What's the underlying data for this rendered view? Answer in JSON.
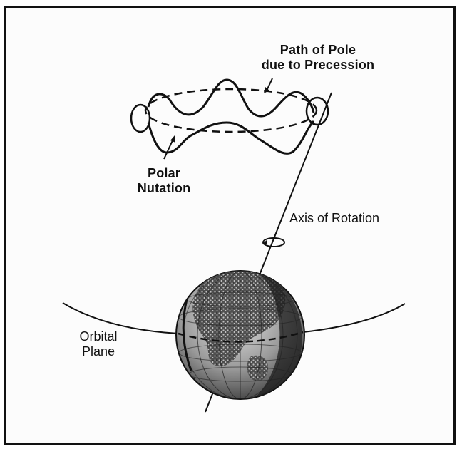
{
  "labels": {
    "path_of_pole_line1": "Path of Pole",
    "path_of_pole_line2": "due to Precession",
    "polar_nutation_line1": "Polar",
    "polar_nutation_line2": "Nutation",
    "axis_of_rotation": "Axis of Rotation",
    "orbital_plane_line1": "Orbital",
    "orbital_plane_line2": "Plane"
  },
  "colors": {
    "ink": "#111111",
    "globe_dark": "#3a3a3a",
    "globe_light": "#cfcfcf",
    "background": "#fcfcfc"
  },
  "icons": [
    "globe-earth-icon"
  ]
}
